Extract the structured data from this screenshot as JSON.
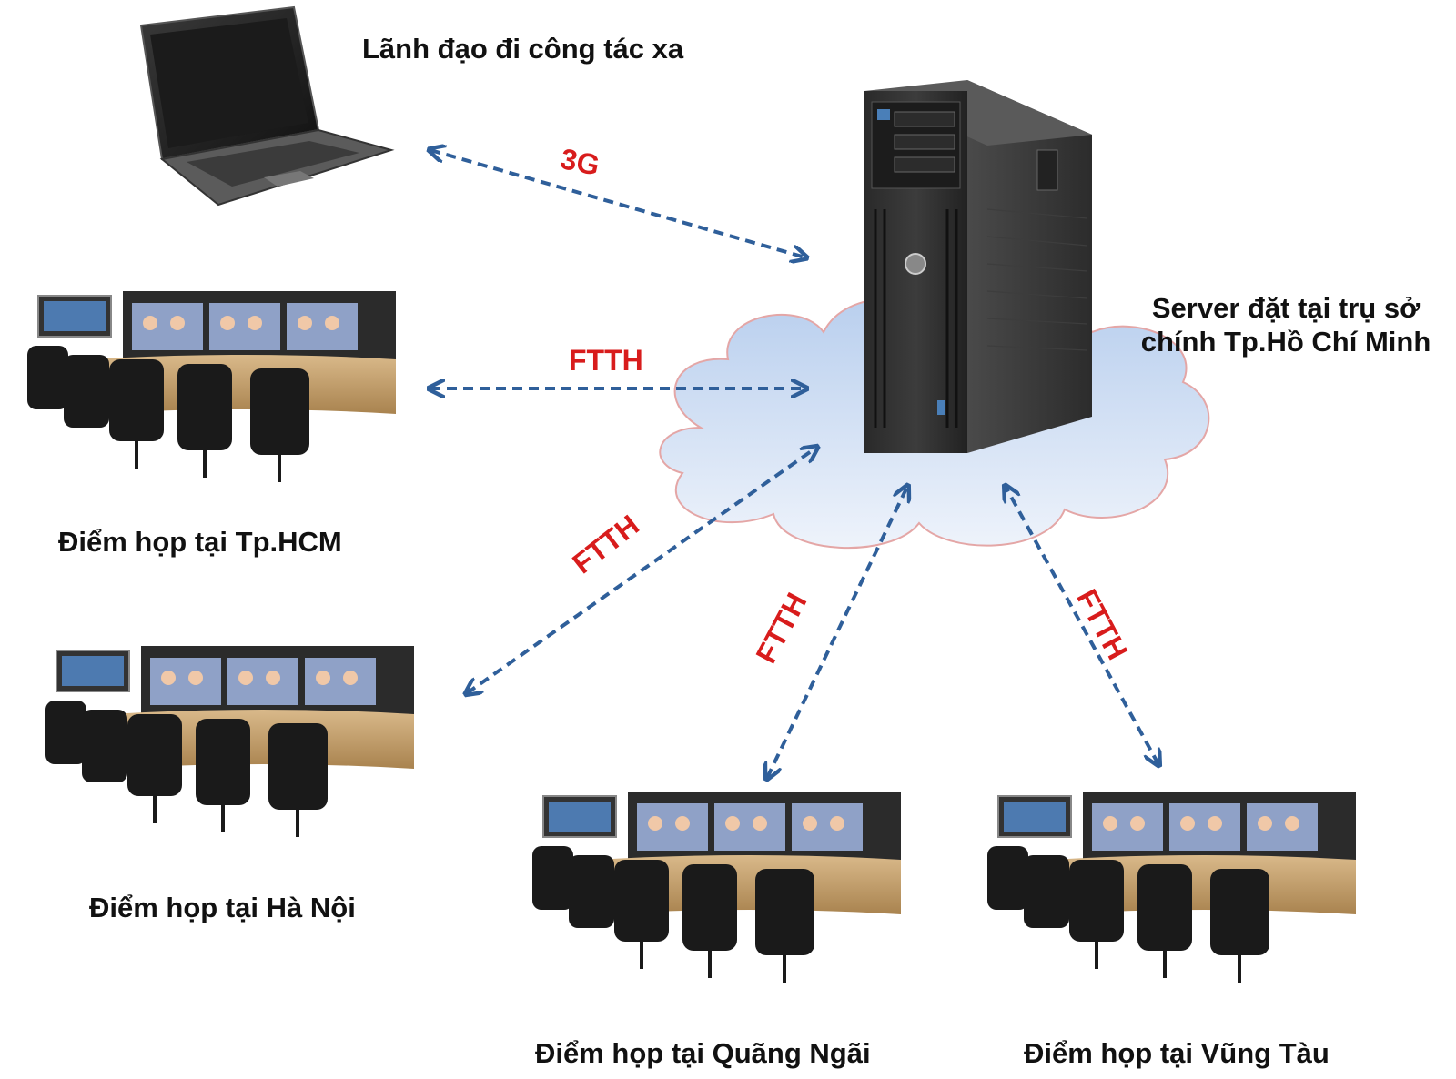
{
  "labels": {
    "remote_leader": "Lãnh đạo đi công tác xa",
    "server_line1": "Server đặt tại trụ sở",
    "server_line2": "chính Tp.Hồ Chí Minh",
    "site_hcm": "Điểm họp tại Tp.HCM",
    "site_hanoi": "Điểm họp tại Hà Nội",
    "site_quangngai": "Điểm họp tại Quãng Ngãi",
    "site_vungtau": "Điểm họp tại Vũng Tàu"
  },
  "links": {
    "laptop": "3G",
    "hcm": "FTTH",
    "hanoi": "FTTH",
    "quangngai": "FTTH",
    "vungtau": "FTTH"
  },
  "colors": {
    "arrow": "#2f5f9a",
    "link_text": "#d81c1c",
    "cloud_fill": "#c9dcf2",
    "cloud_stroke": "#e4a6a6"
  }
}
